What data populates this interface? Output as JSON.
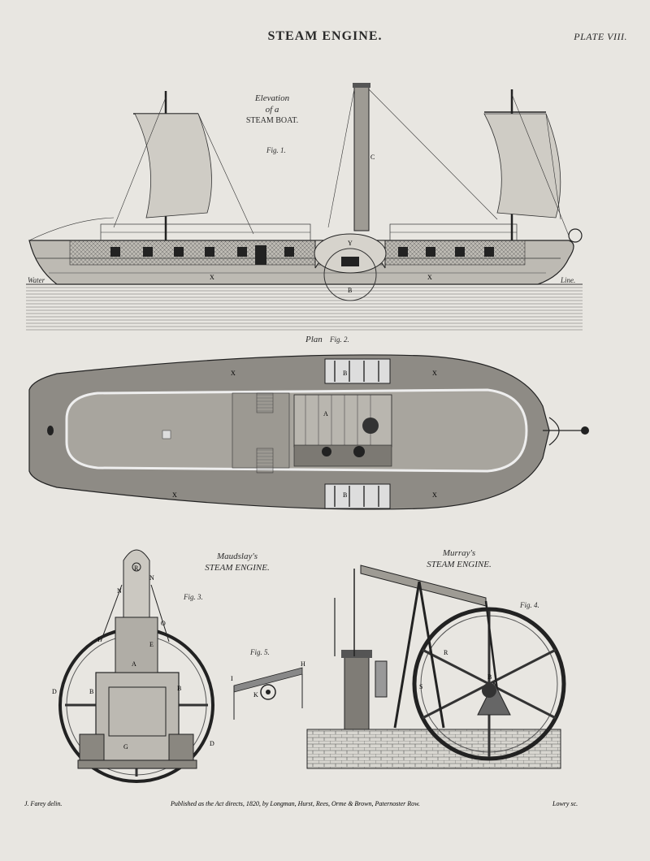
{
  "header": {
    "title": "STEAM ENGINE.",
    "plate": "PLATE VIII."
  },
  "fig1": {
    "line1": "Elevation",
    "line2": "of a",
    "line3": "STEAM BOAT.",
    "fig": "Fig. 1.",
    "water": "Water",
    "line": "Line."
  },
  "fig2": {
    "plan": "Plan",
    "fig": "Fig. 2."
  },
  "fig3": {
    "line1": "Maudslay's",
    "line2": "STEAM ENGINE.",
    "fig": "Fig. 3."
  },
  "fig4": {
    "line1": "Murray's",
    "line2": "STEAM ENGINE.",
    "fig": "Fig. 4."
  },
  "fig5": {
    "fig": "Fig. 5."
  },
  "letters": {
    "C": "C",
    "Y": "Y",
    "X": "X",
    "B": "B",
    "A": "A",
    "D": "D",
    "E": "E",
    "F": "F",
    "G": "G",
    "H": "H",
    "I": "I",
    "K": "K",
    "N": "N",
    "O": "O",
    "R": "R",
    "S": "S"
  },
  "footer": {
    "left": "J. Farey delin.",
    "center": "Published as the Act directs, 1820, by Longman, Hurst, Rees, Orme & Brown, Paternoster Row.",
    "right": "Lowry sc."
  }
}
